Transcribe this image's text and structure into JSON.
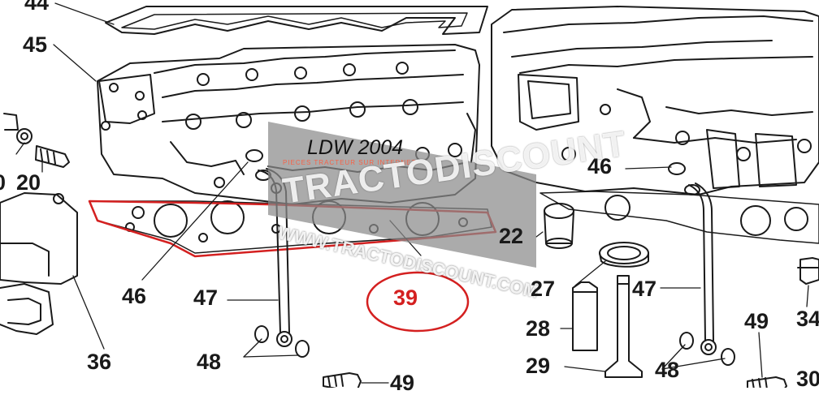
{
  "diagram": {
    "engine_label": "LDW 2004",
    "watermark": {
      "brand": "TRACTODISCOUNT",
      "url": "WWW.TRACTODISCOUNT.COM",
      "tagline": "PIECES TRACTEUR SUR INTERNET"
    },
    "highlight_color": "#d42020",
    "highlighted_part": "39",
    "part_labels": {
      "p44": "44",
      "p45": "45",
      "p20": "20",
      "p0": "0",
      "p36": "36",
      "p46_left": "46",
      "p47_left": "47",
      "p48_left": "48",
      "p49_left": "49",
      "p39": "39",
      "p22": "22",
      "p27": "27",
      "p28": "28",
      "p29": "29",
      "p46_right": "46",
      "p47_right": "47",
      "p48_right": "48",
      "p49_right": "49",
      "p34": "34",
      "p30": "30"
    }
  }
}
